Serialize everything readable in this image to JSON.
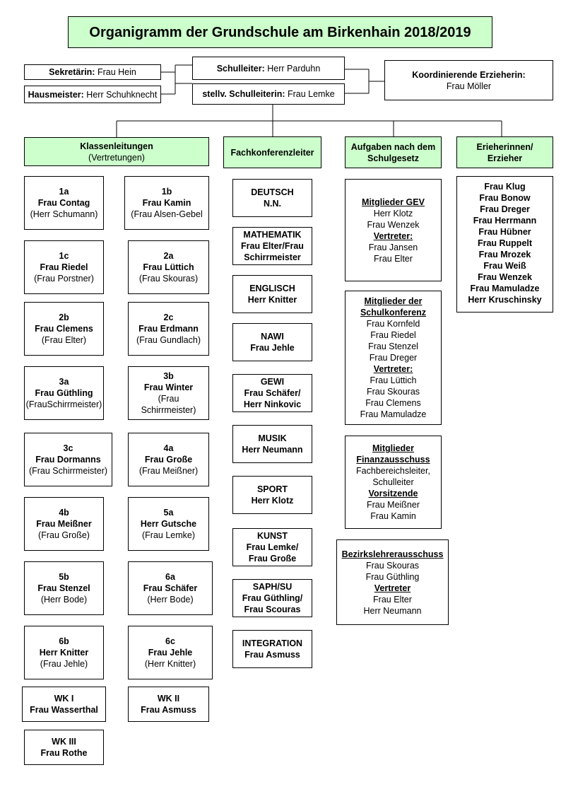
{
  "title": "Organigramm der Grundschule am Birkenhain 2018/2019",
  "leadership": {
    "sekretaerin": {
      "role": "Sekretärin:",
      "name": " Frau Hein"
    },
    "hausmeister": {
      "role": "Hausmeister:",
      "name": " Herr Schuhknecht"
    },
    "schulleiter": {
      "role": "Schulleiter:",
      "name": " Herr Parduhn"
    },
    "stellv": {
      "role": "stellv. Schulleiterin:",
      "name": " Frau Lemke"
    },
    "koordinierende": {
      "role": "Koordinierende Erzieherin:",
      "name": "Frau Möller"
    }
  },
  "categories": {
    "klassenleitungen": {
      "title": "Klassenleitungen",
      "subtitle": "(Vertretungen)"
    },
    "fachkonferenzleiter": "Fachkonferenzleiter",
    "aufgaben": {
      "line1": "Aufgaben nach dem",
      "line2": "Schulgesetz"
    },
    "erzieher": {
      "line1": "Erieherinnen/",
      "line2": "Erzieher"
    }
  },
  "classes": [
    {
      "class": "1a",
      "teacher": "Frau Contag",
      "substitute": "(Herr Schumann)"
    },
    {
      "class": "1b",
      "teacher": "Frau Kamin",
      "substitute": "(Frau Alsen-Gebel"
    },
    {
      "class": "1c",
      "teacher": "Frau Riedel",
      "substitute": "(Frau Porstner)"
    },
    {
      "class": "2a",
      "teacher": "Frau Lüttich",
      "substitute": "(Frau Skouras)"
    },
    {
      "class": "2b",
      "teacher": "Frau Clemens",
      "substitute": "(Frau Elter)"
    },
    {
      "class": "2c",
      "teacher": "Frau Erdmann",
      "substitute": "(Frau Gundlach)"
    },
    {
      "class": "3a",
      "teacher": "Frau Güthling",
      "substitute": "(FrauSchirrmeister)"
    },
    {
      "class": "3b",
      "teacher": "Frau Winter",
      "substitute": "(Frau",
      "substitute2": "Schirrmeister)"
    },
    {
      "class": "3c",
      "teacher": "Frau Dormanns",
      "substitute": "(Frau Schirrmeister)"
    },
    {
      "class": "4a",
      "teacher": "Frau Große",
      "substitute": "(Frau Meißner)"
    },
    {
      "class": "4b",
      "teacher": "Frau Meißner",
      "substitute": "(Frau Große)"
    },
    {
      "class": "5a",
      "teacher": "Herr Gutsche",
      "substitute": "(Frau Lemke)"
    },
    {
      "class": "5b",
      "teacher": "Frau Stenzel",
      "substitute": "(Herr Bode)"
    },
    {
      "class": "6a",
      "teacher": "Frau Schäfer",
      "substitute": "(Herr Bode)"
    },
    {
      "class": "6b",
      "teacher": "Herr Knitter",
      "substitute": "(Frau Jehle)"
    },
    {
      "class": "6c",
      "teacher": "Frau Jehle",
      "substitute": "(Herr Knitter)"
    },
    {
      "class": "WK I",
      "teacher": "Frau Wasserthal"
    },
    {
      "class": "WK II",
      "teacher": "Frau Asmuss"
    },
    {
      "class": "WK III",
      "teacher": "Frau Rothe"
    }
  ],
  "subjects": [
    {
      "line1": "DEUTSCH",
      "line2": "N.N."
    },
    {
      "line1": "MATHEMATIK",
      "line2": "Frau Elter/Frau",
      "line3": "Schirrmeister"
    },
    {
      "line1": "ENGLISCH",
      "line2": "Herr Knitter"
    },
    {
      "line1": "NAWI",
      "line2": "Frau Jehle"
    },
    {
      "line1": "GEWI",
      "line2": "Frau Schäfer/",
      "line3": "Herr Ninkovic"
    },
    {
      "line1": "MUSIK",
      "line2": "Herr Neumann"
    },
    {
      "line1": "SPORT",
      "line2": "Herr Klotz"
    },
    {
      "line1": "KUNST",
      "line2": "Frau Lemke/",
      "line3": "Frau Große"
    },
    {
      "line1": "SAPH/SU",
      "line2": "Frau Güthling/",
      "line3": "Frau Scouras"
    },
    {
      "line1": "INTEGRATION",
      "line2": "Frau Asmuss"
    }
  ],
  "committees": {
    "gev": {
      "heading": "Mitglieder GEV",
      "members": [
        "Herr Klotz",
        "Frau Wenzek"
      ],
      "deputy_heading": "Vertreter:",
      "deputies": [
        "Frau Jansen",
        "Frau Elter"
      ]
    },
    "schulkonferenz": {
      "heading1": "Mitglieder der",
      "heading2": "Schulkonferenz",
      "members": [
        "Frau Kornfeld",
        "Frau Riedel",
        "Frau Stenzel",
        "Frau Dreger"
      ],
      "deputy_heading": "Vertreter:",
      "deputies": [
        "Frau Lüttich",
        "Frau Skouras",
        "Frau Clemens",
        "Frau Mamuladze"
      ]
    },
    "finanz": {
      "heading1": "Mitglieder",
      "heading2": "Finanzausschuss",
      "members": [
        "Fachbereichsleiter,",
        "Schulleiter"
      ],
      "chair_heading": "Vorsitzende",
      "chairs": [
        "Frau Meißner",
        "Frau Kamin"
      ]
    },
    "bezirk": {
      "heading": "Bezirkslehrerausschuss",
      "members": [
        "Frau Skouras",
        "Frau Güthling"
      ],
      "deputy_heading": "Vertreter",
      "deputies": [
        "Frau Elter",
        "Herr Neumann"
      ]
    }
  },
  "educators": [
    "Frau Klug",
    "Frau Bonow",
    "Frau Dreger",
    "Frau Herrmann",
    "Frau Hübner",
    "Frau Ruppelt",
    "Frau Mrozek",
    "Frau Weiß",
    "Frau Wenzek",
    "Frau Mamuladze",
    "Herr Kruschinsky"
  ]
}
